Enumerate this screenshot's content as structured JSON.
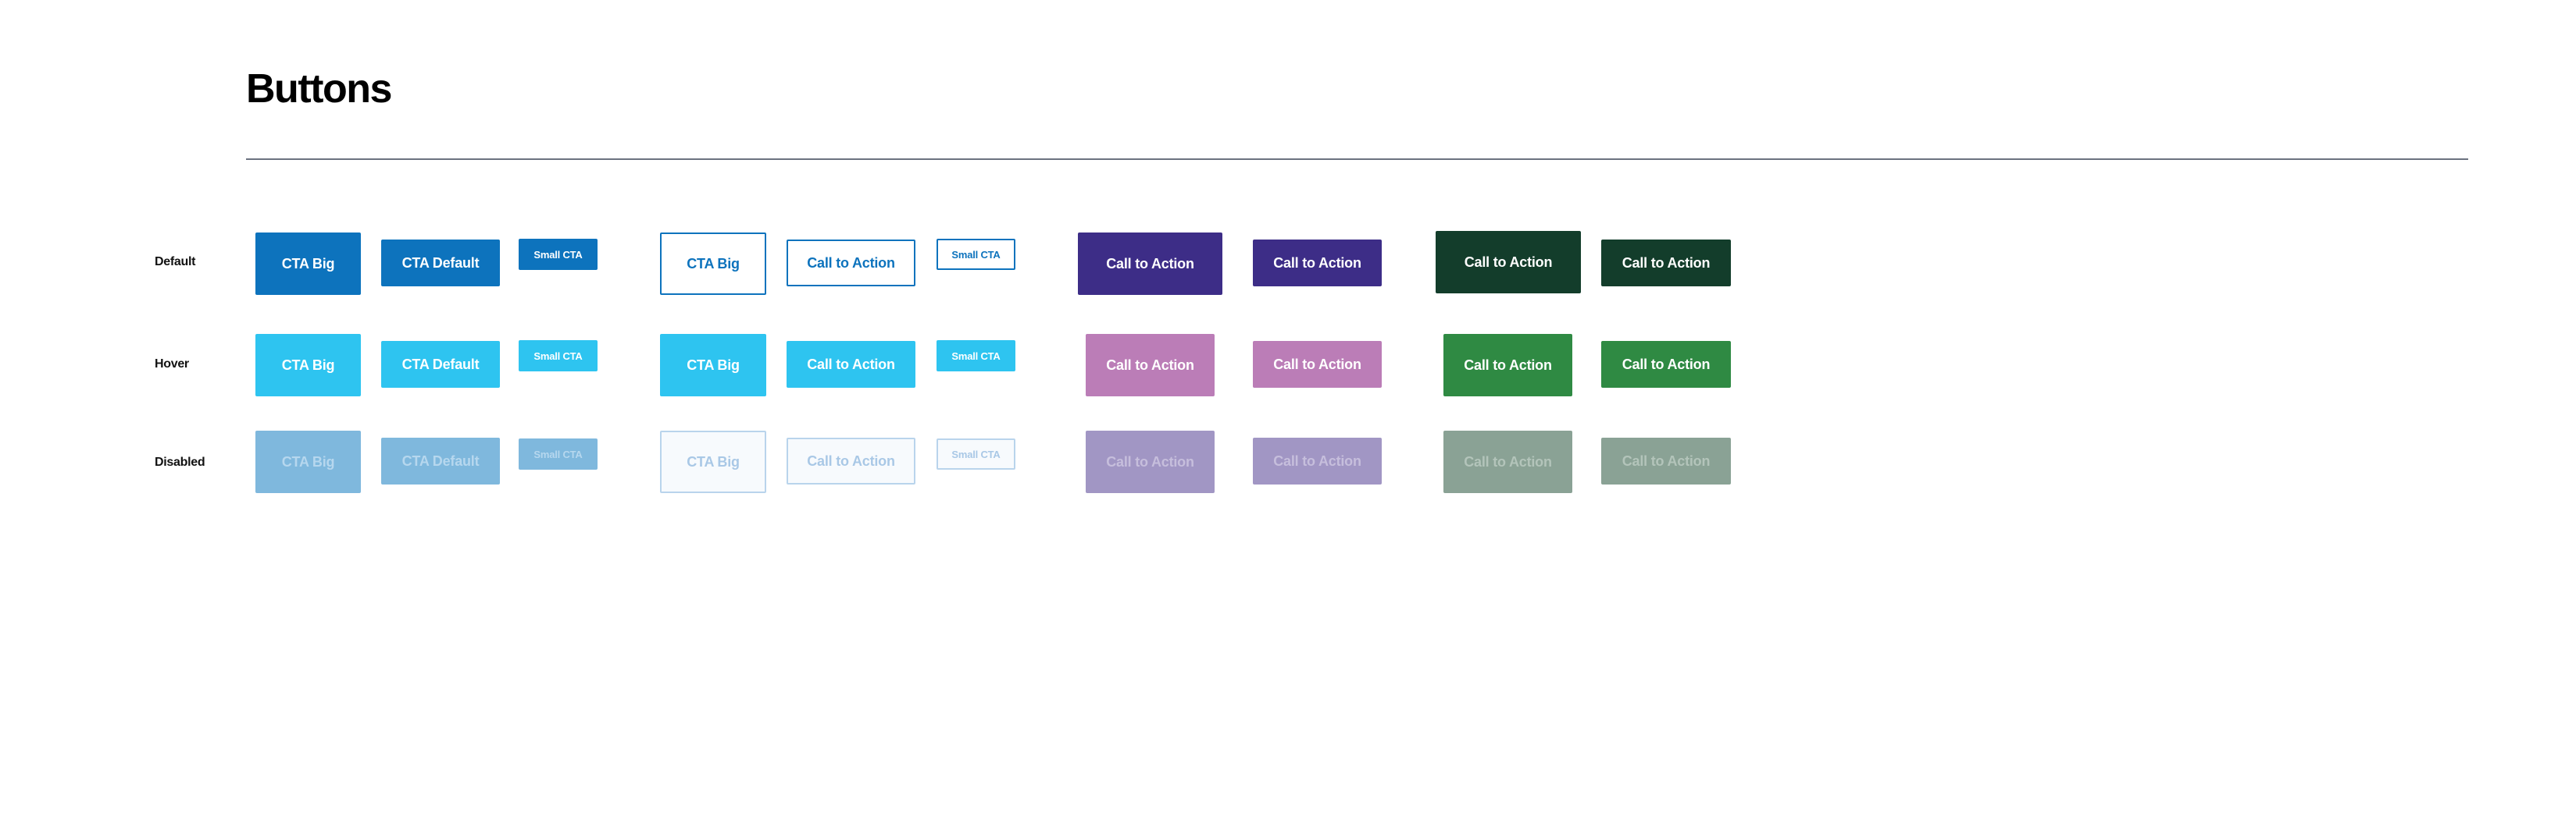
{
  "page": {
    "title": "Buttons"
  },
  "rows": {
    "default": "Default",
    "hover": "Hover",
    "disabled": "Disabled"
  },
  "labels": {
    "cta_big": "CTA Big",
    "cta_default": "CTA Default",
    "small_cta": "Small CTA",
    "call_to_action": "Call to Action"
  },
  "colors": {
    "blue_default": "#0d73bd",
    "blue_hover": "#2ec4f0",
    "blue_disabled": "#7fb8dd",
    "purple_default": "#3d2d87",
    "purple_hover": "#bb7db7",
    "purple_disabled": "#a196c4",
    "green_default": "#133d2b",
    "green_hover": "#2f8a43",
    "green_disabled": "#8aa295"
  }
}
